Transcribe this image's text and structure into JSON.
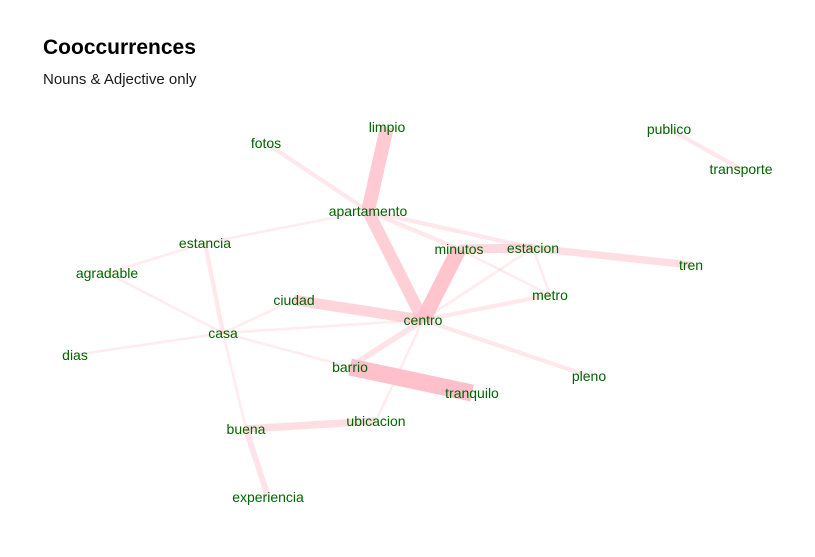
{
  "title": "Cooccurrences",
  "subtitle": "Nouns & Adjective only",
  "colors": {
    "edge": "#ffc0cb",
    "label": "#006400"
  },
  "nodes": [
    {
      "id": "limpio",
      "label": "limpio"
    },
    {
      "id": "fotos",
      "label": "fotos"
    },
    {
      "id": "publico",
      "label": "publico"
    },
    {
      "id": "transporte",
      "label": "transporte"
    },
    {
      "id": "apartamento",
      "label": "apartamento"
    },
    {
      "id": "estancia",
      "label": "estancia"
    },
    {
      "id": "minutos",
      "label": "minutos"
    },
    {
      "id": "estacion",
      "label": "estacion"
    },
    {
      "id": "tren",
      "label": "tren"
    },
    {
      "id": "agradable",
      "label": "agradable"
    },
    {
      "id": "metro",
      "label": "metro"
    },
    {
      "id": "ciudad",
      "label": "ciudad"
    },
    {
      "id": "centro",
      "label": "centro"
    },
    {
      "id": "casa",
      "label": "casa"
    },
    {
      "id": "dias",
      "label": "dias"
    },
    {
      "id": "barrio",
      "label": "barrio"
    },
    {
      "id": "pleno",
      "label": "pleno"
    },
    {
      "id": "tranquilo",
      "label": "tranquilo"
    },
    {
      "id": "ubicacion",
      "label": "ubicacion"
    },
    {
      "id": "buena",
      "label": "buena"
    },
    {
      "id": "experiencia",
      "label": "experiencia"
    }
  ],
  "edges": [
    {
      "source": "barrio",
      "target": "tranquilo",
      "weight": 10
    },
    {
      "source": "minutos",
      "target": "centro",
      "weight": 9
    },
    {
      "source": "limpio",
      "target": "apartamento",
      "weight": 8
    },
    {
      "source": "apartamento",
      "target": "centro",
      "weight": 7
    },
    {
      "source": "ciudad",
      "target": "centro",
      "weight": 6
    },
    {
      "source": "minutos",
      "target": "estacion",
      "weight": 5
    },
    {
      "source": "estacion",
      "target": "tren",
      "weight": 4
    },
    {
      "source": "buena",
      "target": "ubicacion",
      "weight": 4
    },
    {
      "source": "barrio",
      "target": "centro",
      "weight": 3
    },
    {
      "source": "buena",
      "target": "experiencia",
      "weight": 3
    },
    {
      "source": "fotos",
      "target": "apartamento",
      "weight": 2
    },
    {
      "source": "publico",
      "target": "transporte",
      "weight": 2
    },
    {
      "source": "apartamento",
      "target": "estacion",
      "weight": 2
    },
    {
      "source": "centro",
      "target": "pleno",
      "weight": 2
    },
    {
      "source": "estancia",
      "target": "casa",
      "weight": 2
    },
    {
      "source": "apartamento",
      "target": "minutos",
      "weight": 2
    },
    {
      "source": "centro",
      "target": "metro",
      "weight": 2
    },
    {
      "source": "minutos",
      "target": "metro",
      "weight": 1
    },
    {
      "source": "centro",
      "target": "estacion",
      "weight": 1
    },
    {
      "source": "casa",
      "target": "ciudad",
      "weight": 1
    },
    {
      "source": "casa",
      "target": "buena",
      "weight": 1
    },
    {
      "source": "estancia",
      "target": "agradable",
      "weight": 1
    },
    {
      "source": "casa",
      "target": "agradable",
      "weight": 1
    },
    {
      "source": "centro",
      "target": "ubicacion",
      "weight": 1
    },
    {
      "source": "apartamento",
      "target": "estancia",
      "weight": 1
    },
    {
      "source": "casa",
      "target": "centro",
      "weight": 1
    },
    {
      "source": "casa",
      "target": "dias",
      "weight": 1
    },
    {
      "source": "casa",
      "target": "barrio",
      "weight": 1
    },
    {
      "source": "estacion",
      "target": "metro",
      "weight": 1
    }
  ]
}
